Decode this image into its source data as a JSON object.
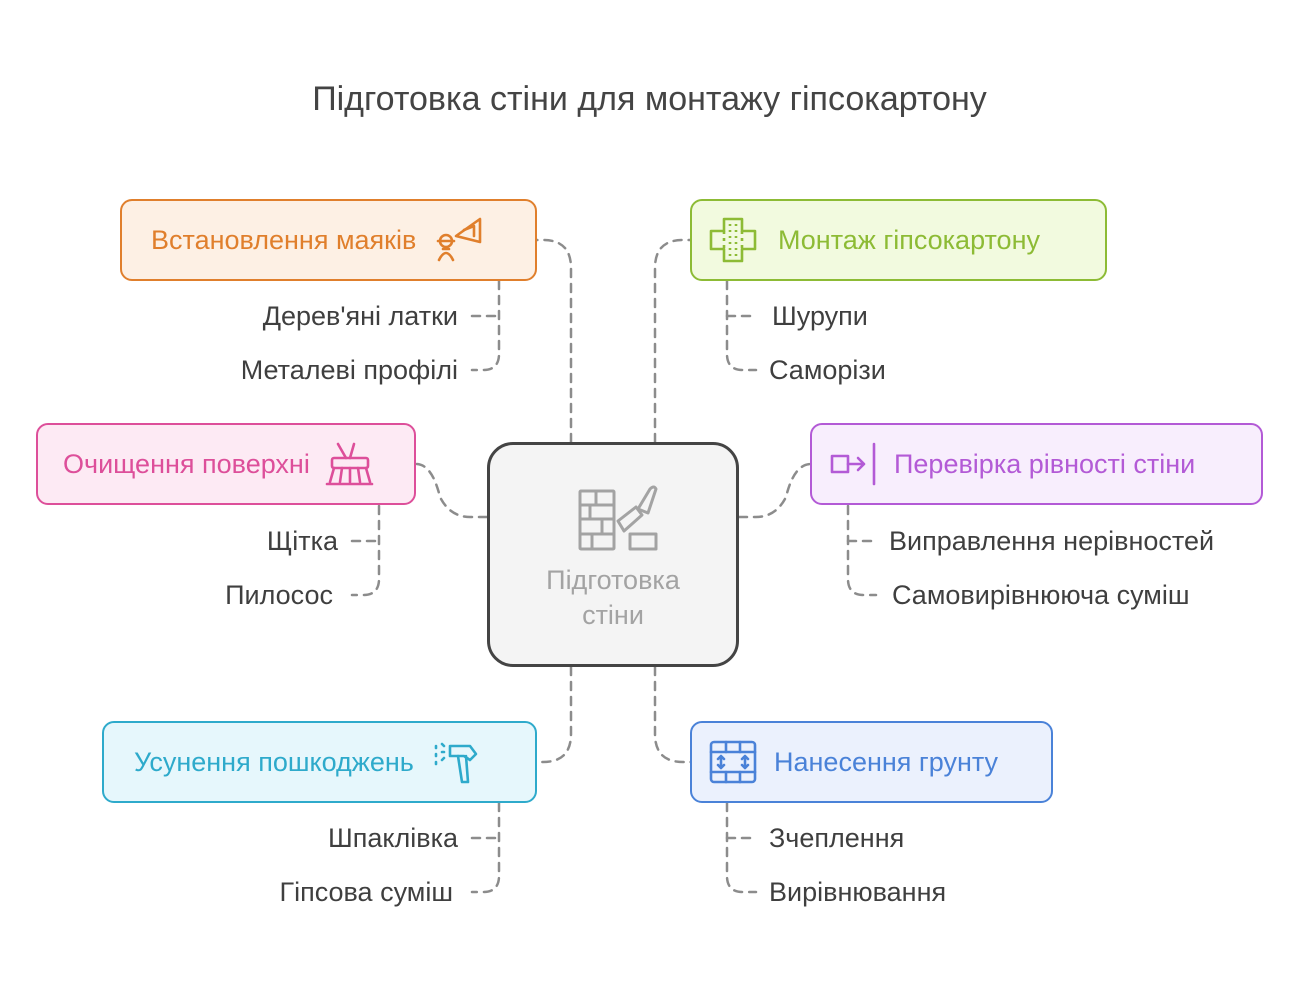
{
  "title": "Підготовка стіни для монтажу гіпсокартону",
  "center": {
    "line1": "Підготовка",
    "line2": "стіни"
  },
  "topics": {
    "beacons": {
      "label": "Встановлення маяків",
      "color": "#e07f2c",
      "bg": "#fdf0e4",
      "icon": "surveyor-icon",
      "items": [
        "Дерев'яні латки",
        "Металеві профілі"
      ]
    },
    "drywall": {
      "label": "Монтаж гіпсокартону",
      "color": "#8dbb35",
      "bg": "#f2fadf",
      "icon": "cross-panel-icon",
      "items": [
        "Шурупи",
        "Саморізи"
      ]
    },
    "cleaning": {
      "label": "Очищення поверхні",
      "color": "#dd4f9a",
      "bg": "#fdeaf4",
      "icon": "cleaning-brush-icon",
      "items": [
        "Щітка",
        "Пилосос"
      ]
    },
    "levelcheck": {
      "label": "Перевірка рівності стіни",
      "color": "#b35ad6",
      "bg": "#f8eefd",
      "icon": "level-arrow-icon",
      "items": [
        "Виправлення нерівностей",
        "Самовирівнююча суміш"
      ]
    },
    "repair": {
      "label": "Усунення пошкоджень",
      "color": "#2eaacb",
      "bg": "#e6f7fc",
      "icon": "hammer-icon",
      "items": [
        "Шпаклівка",
        "Гіпсова суміш"
      ]
    },
    "primer": {
      "label": "Нанесення грунту",
      "color": "#4a82d8",
      "bg": "#ebf1fd",
      "icon": "primer-panel-icon",
      "items": [
        "Зчеплення",
        "Вирівнювання"
      ]
    }
  }
}
